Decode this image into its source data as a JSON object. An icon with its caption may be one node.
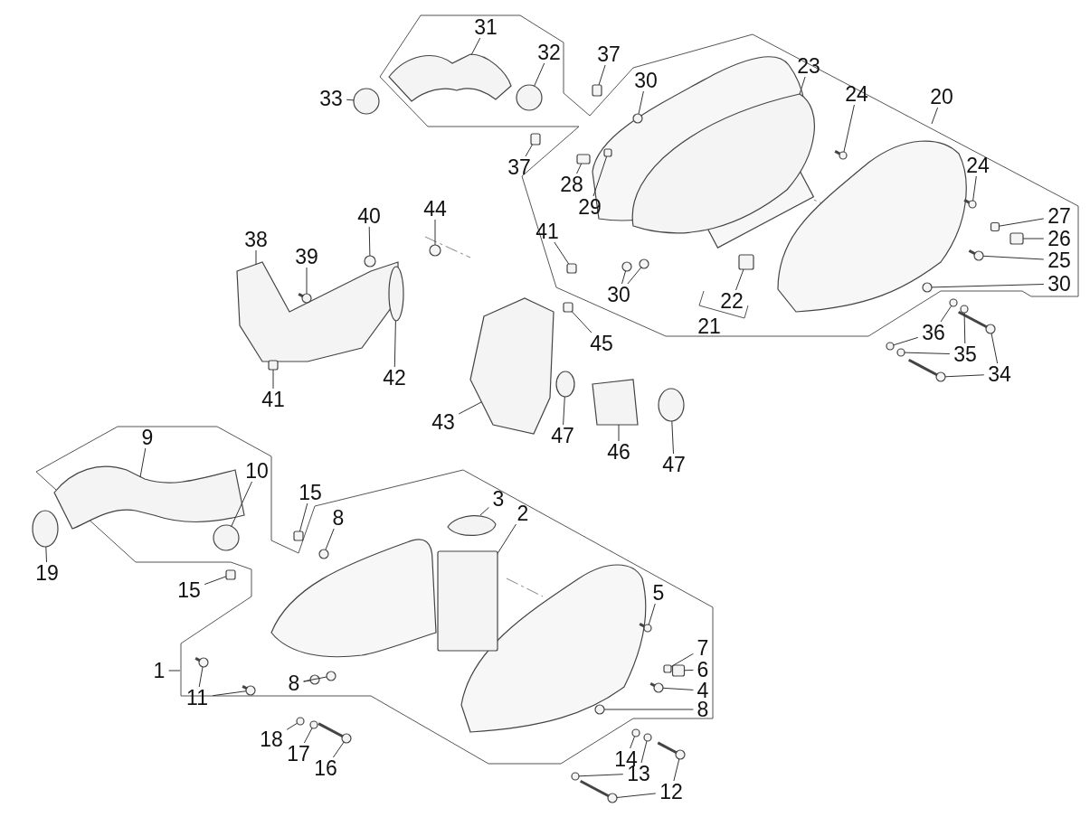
{
  "diagram": {
    "nodes": [
      {
        "text": [
          "31"
        ]
      },
      {
        "text": [
          "32"
        ]
      },
      {
        "text": [
          "33"
        ]
      },
      {
        "text": [
          "37"
        ]
      },
      {
        "text": [
          "30"
        ]
      },
      {
        "text": [
          "23"
        ]
      },
      {
        "text": [
          "24"
        ]
      },
      {
        "text": [
          "20"
        ]
      },
      {
        "text": [
          "24"
        ]
      },
      {
        "text": [
          "27"
        ]
      },
      {
        "text": [
          "26"
        ]
      },
      {
        "text": [
          "25"
        ]
      },
      {
        "text": [
          "30"
        ]
      },
      {
        "text": [
          "36"
        ]
      },
      {
        "text": [
          "35"
        ]
      },
      {
        "text": [
          "34"
        ]
      },
      {
        "text": [
          "21"
        ]
      },
      {
        "text": [
          "22"
        ]
      },
      {
        "text": [
          "28"
        ]
      },
      {
        "text": [
          "29"
        ]
      },
      {
        "text": [
          "30"
        ]
      },
      {
        "text": [
          "37"
        ]
      },
      {
        "text": [
          "41"
        ]
      },
      {
        "text": [
          "44"
        ]
      },
      {
        "text": [
          "40"
        ]
      },
      {
        "text": [
          "38"
        ]
      },
      {
        "text": [
          "39"
        ]
      },
      {
        "text": [
          "41"
        ]
      },
      {
        "text": [
          "42"
        ]
      },
      {
        "text": [
          "45"
        ]
      },
      {
        "text": [
          "43"
        ]
      },
      {
        "text": [
          "47"
        ]
      },
      {
        "text": [
          "46"
        ]
      },
      {
        "text": [
          "47"
        ]
      },
      {
        "text": [
          "9"
        ]
      },
      {
        "text": [
          "10"
        ]
      },
      {
        "text": [
          "19"
        ]
      },
      {
        "text": [
          "15"
        ]
      },
      {
        "text": [
          "8"
        ]
      },
      {
        "text": [
          "3"
        ]
      },
      {
        "text": [
          "2"
        ]
      },
      {
        "text": [
          "15"
        ]
      },
      {
        "text": [
          "5"
        ]
      },
      {
        "text": [
          "7"
        ]
      },
      {
        "text": [
          "6"
        ]
      },
      {
        "text": [
          "4"
        ]
      },
      {
        "text": [
          "8"
        ]
      },
      {
        "text": [
          "1"
        ]
      },
      {
        "text": [
          "11"
        ]
      },
      {
        "text": [
          "8"
        ]
      },
      {
        "text": [
          "18"
        ]
      },
      {
        "text": [
          "17"
        ]
      },
      {
        "text": [
          "16"
        ]
      },
      {
        "text": [
          "14"
        ]
      },
      {
        "text": [
          "13"
        ]
      },
      {
        "text": [
          "12"
        ]
      },
      {
        "text": [],
        "shape": "picture"
      },
      {
        "text": [],
        "shape": "circle"
      },
      {
        "text": [],
        "shape": "circle"
      },
      {
        "text": [],
        "shape": "box"
      },
      {
        "text": [],
        "shape": "circle"
      },
      {
        "text": [],
        "shape": "picture"
      },
      {
        "text": [],
        "shape": "bar"
      },
      {
        "text": [],
        "shape": "bar"
      },
      {
        "text": [],
        "shape": "box"
      },
      {
        "text": [],
        "shape": "box"
      },
      {
        "text": [],
        "shape": "bar"
      },
      {
        "text": [],
        "shape": "circle"
      },
      {
        "text": [],
        "shape": "circle"
      },
      {
        "text": [],
        "shape": "circle"
      },
      {
        "text": [],
        "shape": "circle"
      },
      {
        "text": [],
        "shape": "circle"
      },
      {
        "text": [],
        "shape": "bar"
      },
      {
        "text": [],
        "shape": "bar"
      },
      {
        "text": [],
        "shape": "box"
      },
      {
        "text": [],
        "shape": "box"
      },
      {
        "text": [],
        "shape": "box"
      },
      {
        "text": [],
        "shape": "circle"
      },
      {
        "text": [],
        "shape": "circle"
      },
      {
        "text": [],
        "shape": "box"
      },
      {
        "text": [],
        "shape": "box"
      },
      {
        "text": [],
        "shape": "circle"
      },
      {
        "text": [],
        "shape": "circle"
      },
      {
        "text": [],
        "shape": "picture"
      },
      {
        "text": [],
        "shape": "bar"
      },
      {
        "text": [],
        "shape": "box"
      },
      {
        "text": [],
        "shape": "circle"
      },
      {
        "text": [],
        "shape": "box"
      },
      {
        "text": [],
        "shape": "picture"
      },
      {
        "text": [],
        "shape": "circle"
      },
      {
        "text": [],
        "shape": "picture"
      },
      {
        "text": [],
        "shape": "circle"
      },
      {
        "text": [],
        "shape": "picture"
      },
      {
        "text": [],
        "shape": "circle"
      },
      {
        "text": [],
        "shape": "circle"
      },
      {
        "text": [],
        "shape": "box"
      },
      {
        "text": [],
        "shape": "circle"
      },
      {
        "text": [],
        "shape": "picture"
      },
      {
        "text": [],
        "shape": "box"
      },
      {
        "text": [],
        "shape": "box"
      },
      {
        "text": [],
        "shape": "bar"
      },
      {
        "text": [],
        "shape": "box"
      },
      {
        "text": [],
        "shape": "box"
      },
      {
        "text": [],
        "shape": "bar"
      },
      {
        "text": [],
        "shape": "circle"
      },
      {
        "text": [],
        "shape": "bar"
      },
      {
        "text": [],
        "shape": "bar"
      },
      {
        "text": [],
        "shape": "circle"
      },
      {
        "text": [],
        "shape": "circle"
      },
      {
        "text": [],
        "shape": "circle"
      },
      {
        "text": [],
        "shape": "circle"
      },
      {
        "text": [],
        "shape": "bar"
      },
      {
        "text": [],
        "shape": "circle"
      },
      {
        "text": [],
        "shape": "circle"
      },
      {
        "text": [],
        "shape": "circle"
      },
      {
        "text": [],
        "shape": "bar"
      },
      {
        "text": [],
        "shape": "bar"
      }
    ],
    "edges": [
      {
        "from": 0,
        "to": 56,
        "arrow": "none"
      },
      {
        "from": 1,
        "to": 57,
        "arrow": "none"
      },
      {
        "from": 2,
        "to": 58,
        "arrow": "none"
      },
      {
        "from": 3,
        "to": 59,
        "arrow": "none"
      },
      {
        "from": 4,
        "to": 60,
        "arrow": "none"
      },
      {
        "from": 5,
        "to": 61,
        "arrow": "none"
      },
      {
        "from": 6,
        "to": 62,
        "arrow": "none"
      },
      {
        "from": 7,
        "to": null,
        "arrow": "none"
      },
      {
        "from": 8,
        "to": 63,
        "arrow": "none"
      },
      {
        "from": 9,
        "to": 64,
        "arrow": "none"
      },
      {
        "from": 10,
        "to": 65,
        "arrow": "none"
      },
      {
        "from": 11,
        "to": 66,
        "arrow": "none"
      },
      {
        "from": 12,
        "to": 67,
        "arrow": "none"
      },
      {
        "from": 13,
        "to": 68,
        "arrow": "none"
      },
      {
        "from": 13,
        "to": 69,
        "arrow": "none"
      },
      {
        "from": 14,
        "to": 70,
        "arrow": "none"
      },
      {
        "from": 14,
        "to": 71,
        "arrow": "none"
      },
      {
        "from": 15,
        "to": 72,
        "arrow": "none"
      },
      {
        "from": 15,
        "to": 73,
        "arrow": "none"
      },
      {
        "from": 17,
        "to": 74,
        "arrow": "none"
      },
      {
        "from": 18,
        "to": 75,
        "arrow": "none"
      },
      {
        "from": 19,
        "to": 76,
        "arrow": "none"
      },
      {
        "from": 20,
        "to": 77,
        "arrow": "none"
      },
      {
        "from": 20,
        "to": 78,
        "arrow": "none"
      },
      {
        "from": 21,
        "to": 79,
        "arrow": "none"
      },
      {
        "from": 22,
        "to": 80,
        "arrow": "none"
      },
      {
        "from": 23,
        "to": 81,
        "arrow": "none"
      },
      {
        "from": 24,
        "to": 82,
        "arrow": "none"
      },
      {
        "from": 25,
        "to": 83,
        "arrow": "none"
      },
      {
        "from": 26,
        "to": 84,
        "arrow": "none"
      },
      {
        "from": 27,
        "to": 85,
        "arrow": "none"
      },
      {
        "from": 28,
        "to": 86,
        "arrow": "none"
      },
      {
        "from": 29,
        "to": 87,
        "arrow": "none"
      },
      {
        "from": 30,
        "to": 88,
        "arrow": "none"
      },
      {
        "from": 31,
        "to": 89,
        "arrow": "none"
      },
      {
        "from": 32,
        "to": 90,
        "arrow": "none"
      },
      {
        "from": 33,
        "to": 91,
        "arrow": "none"
      },
      {
        "from": 34,
        "to": 92,
        "arrow": "none"
      },
      {
        "from": 35,
        "to": 93,
        "arrow": "none"
      },
      {
        "from": 36,
        "to": 94,
        "arrow": "none"
      },
      {
        "from": 37,
        "to": 95,
        "arrow": "none"
      },
      {
        "from": 38,
        "to": 96,
        "arrow": "none"
      },
      {
        "from": 39,
        "to": 97,
        "arrow": "none"
      },
      {
        "from": 40,
        "to": 98,
        "arrow": "none"
      },
      {
        "from": 41,
        "to": 99,
        "arrow": "none"
      },
      {
        "from": 42,
        "to": 100,
        "arrow": "none"
      },
      {
        "from": 43,
        "to": 101,
        "arrow": "none"
      },
      {
        "from": 44,
        "to": 102,
        "arrow": "none"
      },
      {
        "from": 45,
        "to": 103,
        "arrow": "none"
      },
      {
        "from": 46,
        "to": 104,
        "arrow": "none"
      },
      {
        "from": 47,
        "to": null,
        "arrow": "none"
      },
      {
        "from": 48,
        "to": 105,
        "arrow": "none"
      },
      {
        "from": 48,
        "to": 106,
        "arrow": "none"
      },
      {
        "from": 49,
        "to": 107,
        "arrow": "none"
      },
      {
        "from": 49,
        "to": 108,
        "arrow": "none"
      },
      {
        "from": 50,
        "to": 109,
        "arrow": "none"
      },
      {
        "from": 51,
        "to": 110,
        "arrow": "none"
      },
      {
        "from": 52,
        "to": 111,
        "arrow": "none"
      },
      {
        "from": 53,
        "to": 112,
        "arrow": "none"
      },
      {
        "from": 54,
        "to": 113,
        "arrow": "none"
      },
      {
        "from": 54,
        "to": 114,
        "arrow": "none"
      },
      {
        "from": 55,
        "to": 115,
        "arrow": "none"
      },
      {
        "from": 55,
        "to": 116,
        "arrow": "none"
      }
    ]
  }
}
